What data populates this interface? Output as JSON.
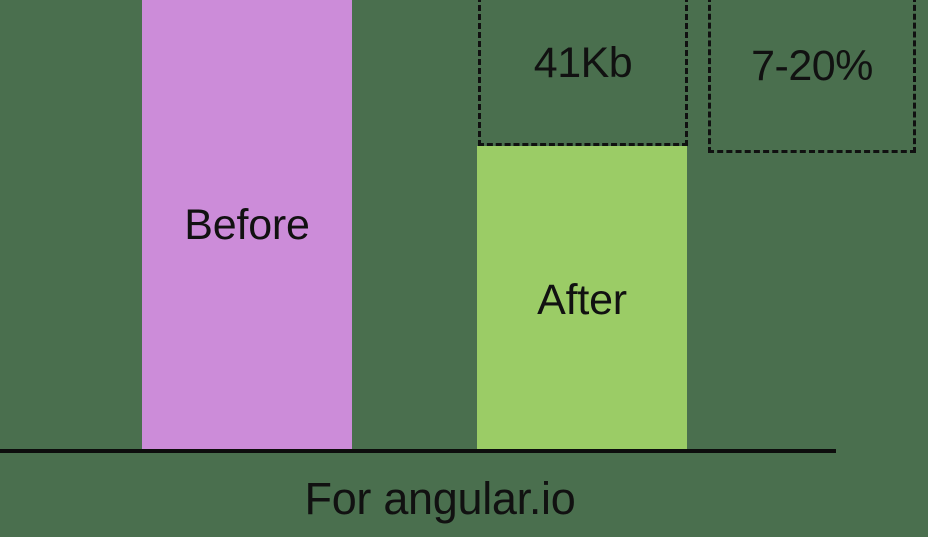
{
  "chart_data": {
    "type": "bar",
    "title": "",
    "subtitle": "",
    "caption": "For angular.io",
    "xlabel": "For angular.io",
    "ylabel": "",
    "categories": [
      "Before",
      "After"
    ],
    "values": [
      100,
      66.7
    ],
    "value_unit": "relative bundle size (%)",
    "grid": false,
    "legend": null,
    "axis": {
      "baseline_visible": true,
      "y_axis_visible": false,
      "x_axis_visible": true
    },
    "bars": [
      {
        "label": "Before",
        "color": "#cc8cd9",
        "value": 100,
        "clipped_top": true
      },
      {
        "label": "After",
        "color": "#9bcc66",
        "value": 66.7,
        "clipped_top": false
      }
    ],
    "annotations": [
      {
        "name": "size-saving",
        "text": "41Kb",
        "style": "dashed-box",
        "anchored_to": "After"
      },
      {
        "name": "percent-saving",
        "text": "7-20%",
        "style": "dashed-box",
        "anchored_to": "After"
      }
    ]
  },
  "colors": {
    "background": "#4a6f4e",
    "before_bar": "#cc8cd9",
    "after_bar": "#9bcc66",
    "ink": "#111111",
    "axis": "#0d0d0d"
  },
  "labels": {
    "before": "Before",
    "after": "After",
    "size_delta": "41Kb",
    "percent_delta": "7-20%",
    "caption": "For angular.io"
  }
}
